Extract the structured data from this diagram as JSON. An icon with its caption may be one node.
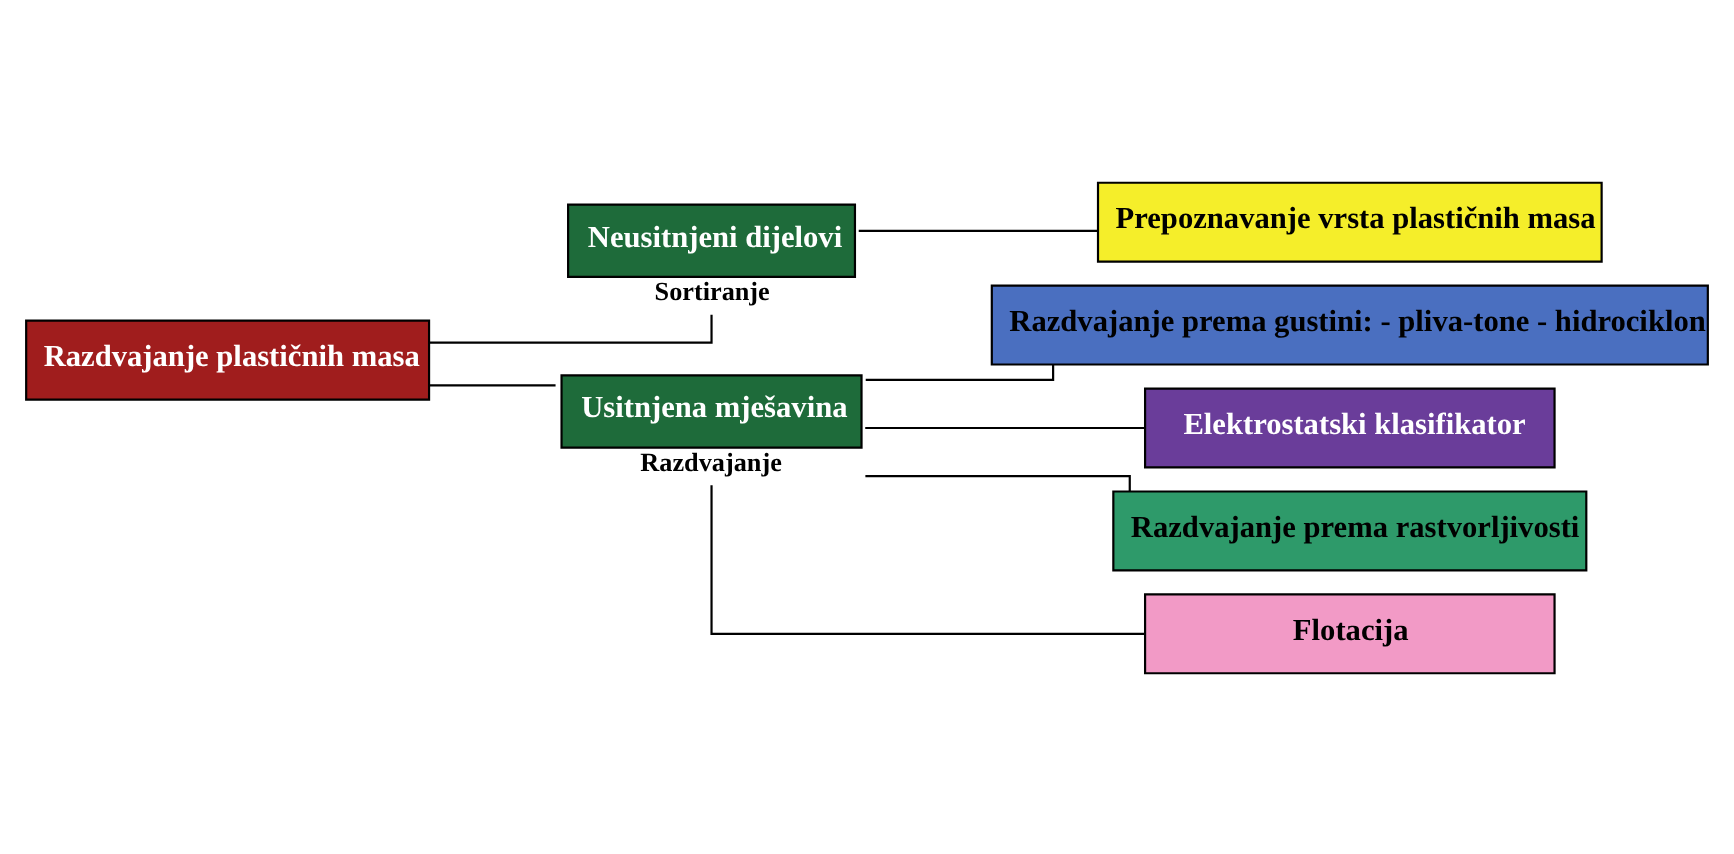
{
  "diagram": {
    "nodes": [
      {
        "text": [
          "Razdvajanje plastičnih masa"
        ]
      },
      {
        "text": [
          "Neusitnjeni dijelovi"
        ],
        "beside": [
          "Sortiranje"
        ]
      },
      {
        "text": [
          "Usitnjena mješavina"
        ],
        "beside": [
          "Razdvajanje"
        ]
      },
      {
        "text": [
          "Prepoznavanje vrsta plastičnih masa"
        ]
      },
      {
        "text": [
          "Razdvajanje prema gustini: - pliva-tone - hidrociklon"
        ]
      },
      {
        "text": [
          "Elektrostatski klasifikator"
        ]
      },
      {
        "text": [
          "Razdvajanje prema rastvorljivosti"
        ]
      },
      {
        "text": [
          "Flotacija"
        ]
      }
    ],
    "edges": [
      {
        "from": 0,
        "to": 1,
        "arrow": "none"
      },
      {
        "from": 0,
        "to": 2,
        "arrow": "none"
      },
      {
        "from": 1,
        "to": 3,
        "arrow": "none"
      },
      {
        "from": 2,
        "to": 4,
        "arrow": "none"
      },
      {
        "from": 2,
        "to": 5,
        "arrow": "none"
      },
      {
        "from": 2,
        "to": 6,
        "arrow": "none"
      },
      {
        "from": 2,
        "to": 7,
        "arrow": "none"
      }
    ]
  }
}
